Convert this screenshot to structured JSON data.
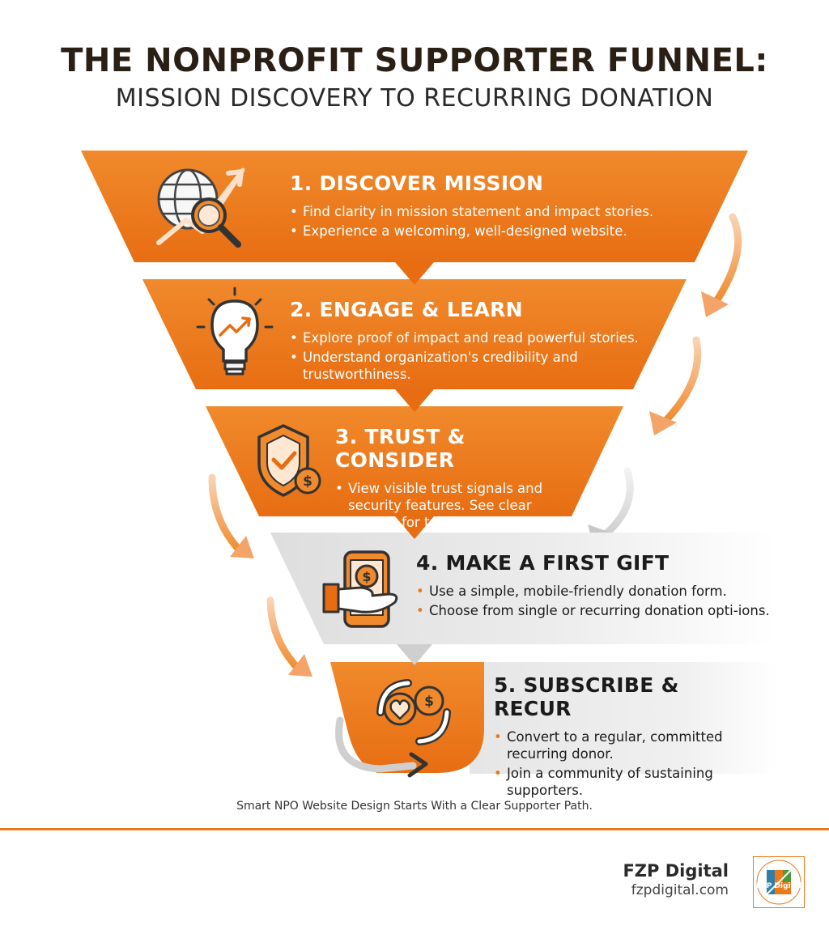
{
  "header": {
    "title": "THE NONPROFIT SUPPORTER FUNNEL:",
    "subtitle": "MISSION DISCOVERY TO RECURRING DONATION"
  },
  "colors": {
    "accent": "#ee7718",
    "dark_orange": "#d9620a",
    "grey_band": "#e9e9e9",
    "text": "#1b1b1b"
  },
  "stages": [
    {
      "title": "1. DISCOVER MISSION",
      "icon": "globe-magnifier-growth-icon",
      "bullets": [
        "Find clarity in mission statement and impact stories.",
        "Experience a welcoming, well-designed website."
      ]
    },
    {
      "title": "2. ENGAGE & LEARN",
      "icon": "lightbulb-growth-icon",
      "bullets": [
        "Explore proof of impact and read powerful stories.",
        "Understand organization's credibility and trustworthiness."
      ]
    },
    {
      "title": "3. TRUST & CONSIDER",
      "icon": "shield-check-dollar-icon",
      "bullets": [
        "View visible trust signals and security features. See clear options for taking the next step."
      ]
    },
    {
      "title": "4. MAKE A FIRST GIFT",
      "icon": "phone-donation-hand-icon",
      "bullets": [
        "Use a simple, mobile-friendly donation form.",
        "Choose from single or recurring donation opti-ions."
      ]
    },
    {
      "title": "5. SUBSCRIBE & RECUR",
      "icon": "recurring-heart-dollar-icon",
      "bullets": [
        "Convert to a regular, committed recurring donor.",
        "Join a community of sustaining supporters."
      ]
    }
  ],
  "caption": "Smart NPO Website Design Starts With a Clear Supporter Path.",
  "brand": {
    "name": "FZP Digital",
    "url": "fzpdigital.com",
    "logo_text": "FZP Digital"
  }
}
